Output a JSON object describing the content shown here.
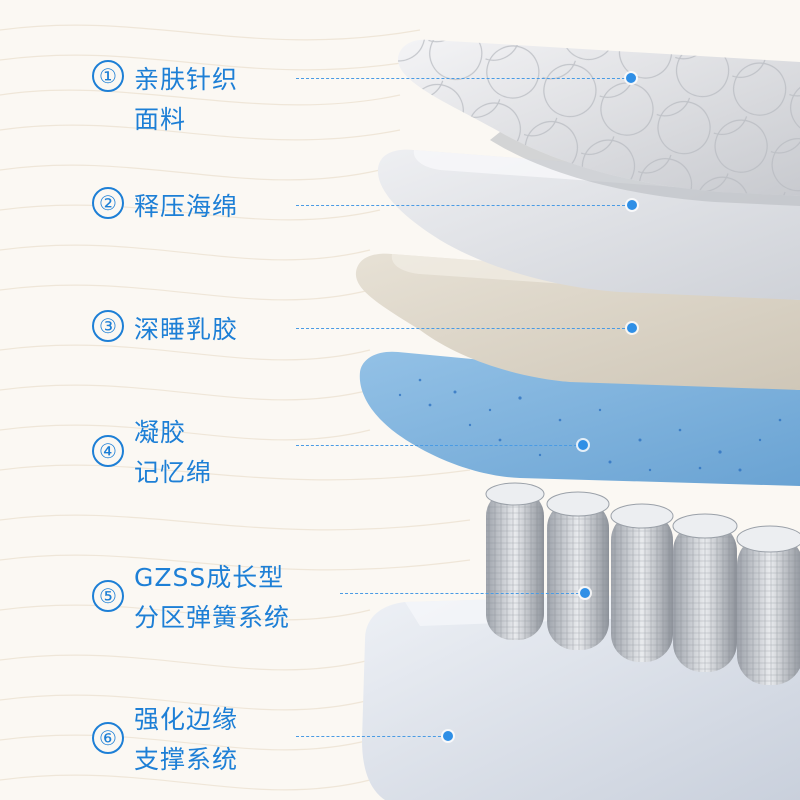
{
  "layers": [
    {
      "number": "①",
      "lines": [
        "亲肤针织",
        "面料"
      ]
    },
    {
      "number": "②",
      "lines": [
        "释压海绵"
      ]
    },
    {
      "number": "③",
      "lines": [
        "深睡乳胶"
      ]
    },
    {
      "number": "④",
      "lines": [
        "凝胶",
        "记忆绵"
      ]
    },
    {
      "number": "⑤",
      "lines": [
        "GZSS成长型",
        "分区弹簧系统"
      ]
    },
    {
      "number": "⑥",
      "lines": [
        "强化边缘",
        "支撑系统"
      ]
    }
  ],
  "colors": {
    "accent": "#1d7fd6",
    "background": "#fbf8f3",
    "gel_foam": "#7fb3dd",
    "latex": "#ddd6c9",
    "foam": "#e6e7ea",
    "fabric": "#d9dadd"
  }
}
